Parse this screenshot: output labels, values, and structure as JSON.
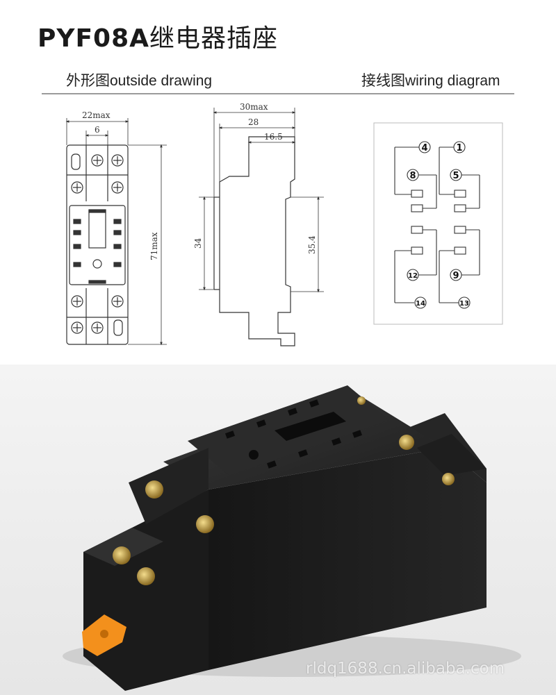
{
  "title": {
    "model": "PYF08A",
    "name_cn": "继电器插座"
  },
  "headings": {
    "outside": "外形图outside drawing",
    "wiring": "接线图wiring diagram"
  },
  "dimensions": {
    "front_width": "22max",
    "pitch": "6",
    "height": "71max",
    "side_width": "30max",
    "side_inner": "28",
    "rail_offset": "16.5",
    "left_height": "34",
    "right_height": "35.4"
  },
  "terminals": {
    "t4": "4",
    "t1": "1",
    "t8": "8",
    "t5": "5",
    "t12": "12",
    "t9": "9",
    "t14": "14",
    "t13": "13"
  },
  "colors": {
    "line": "#333333",
    "socket_body": "#1c1c1c",
    "clip": "#f3901c",
    "screw": "#c9a04a"
  },
  "watermark": "rldq1688.cn.alibaba.com"
}
